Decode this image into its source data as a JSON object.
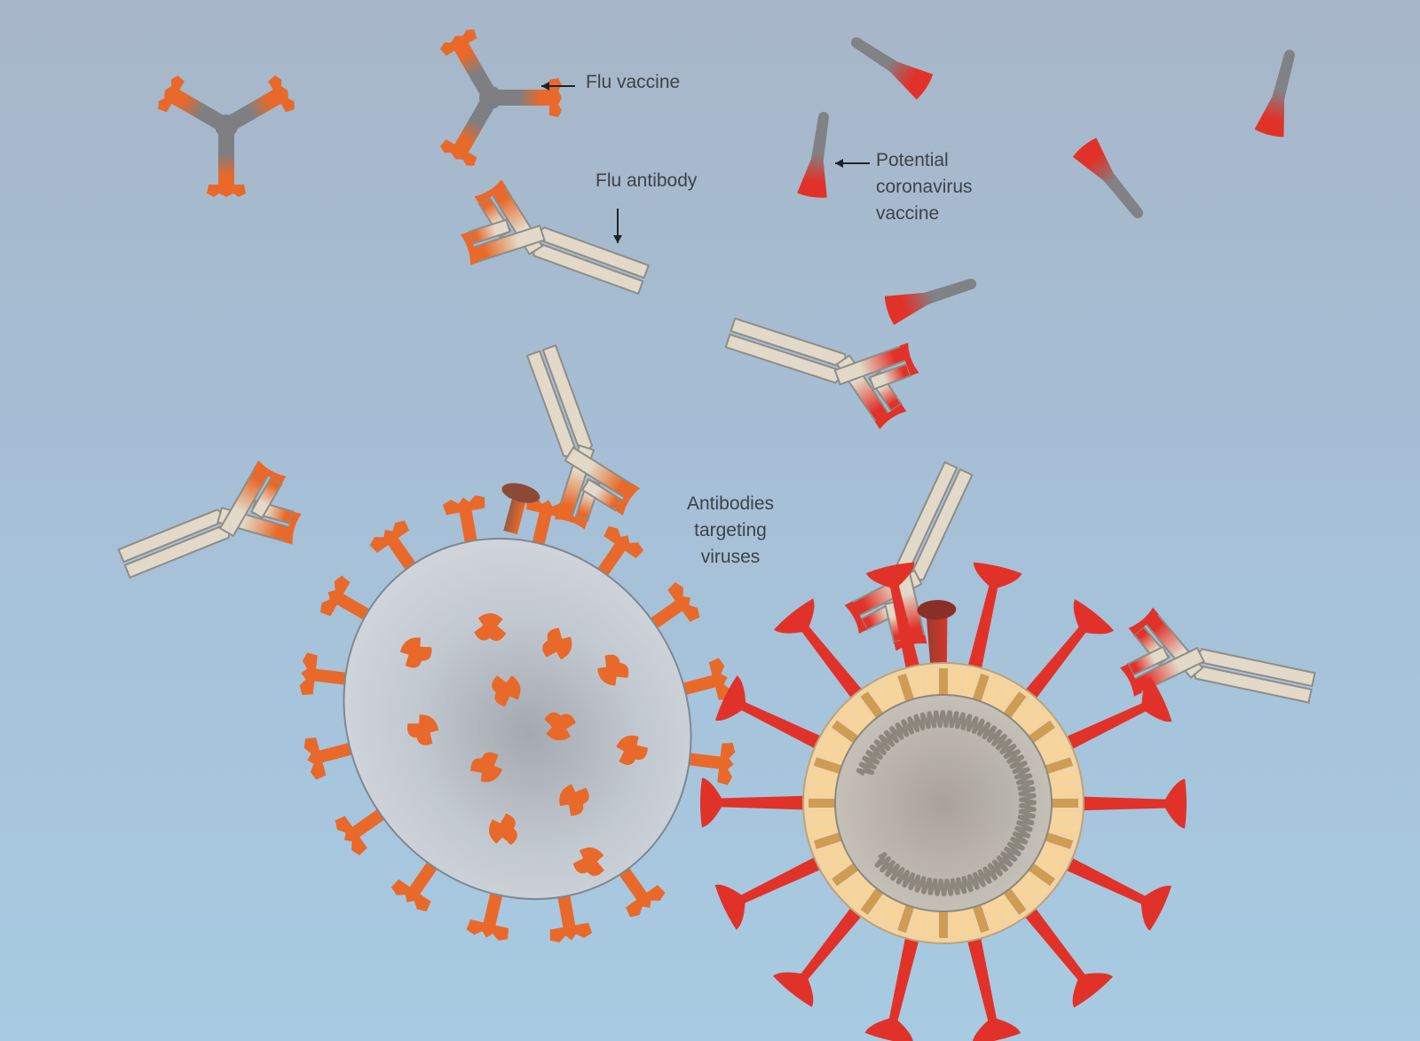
{
  "labels": {
    "flu_vaccine": "Flu vaccine",
    "flu_antibody": "Flu antibody",
    "coronavirus_vaccine": [
      "Potential",
      "coronavirus",
      "vaccine"
    ],
    "antibodies_targeting": [
      "Antibodies",
      "targeting",
      "viruses"
    ]
  },
  "colors": {
    "background_top": "#a7b6c8",
    "background_bottom": "#a7cbe2",
    "flu_orange": "#e8692a",
    "corona_red": "#e1322a",
    "vaccine_gray": "#7e7f82",
    "antibody_beige": "#e2d9c8",
    "antibody_outline": "#8f8d87",
    "flu_virus_body": "#c8ced6",
    "corona_core": "#b5b1a9",
    "corona_ring_light": "#f7d59a",
    "corona_ring_dark": "#cf9c54",
    "label_text": "#3d4349"
  }
}
